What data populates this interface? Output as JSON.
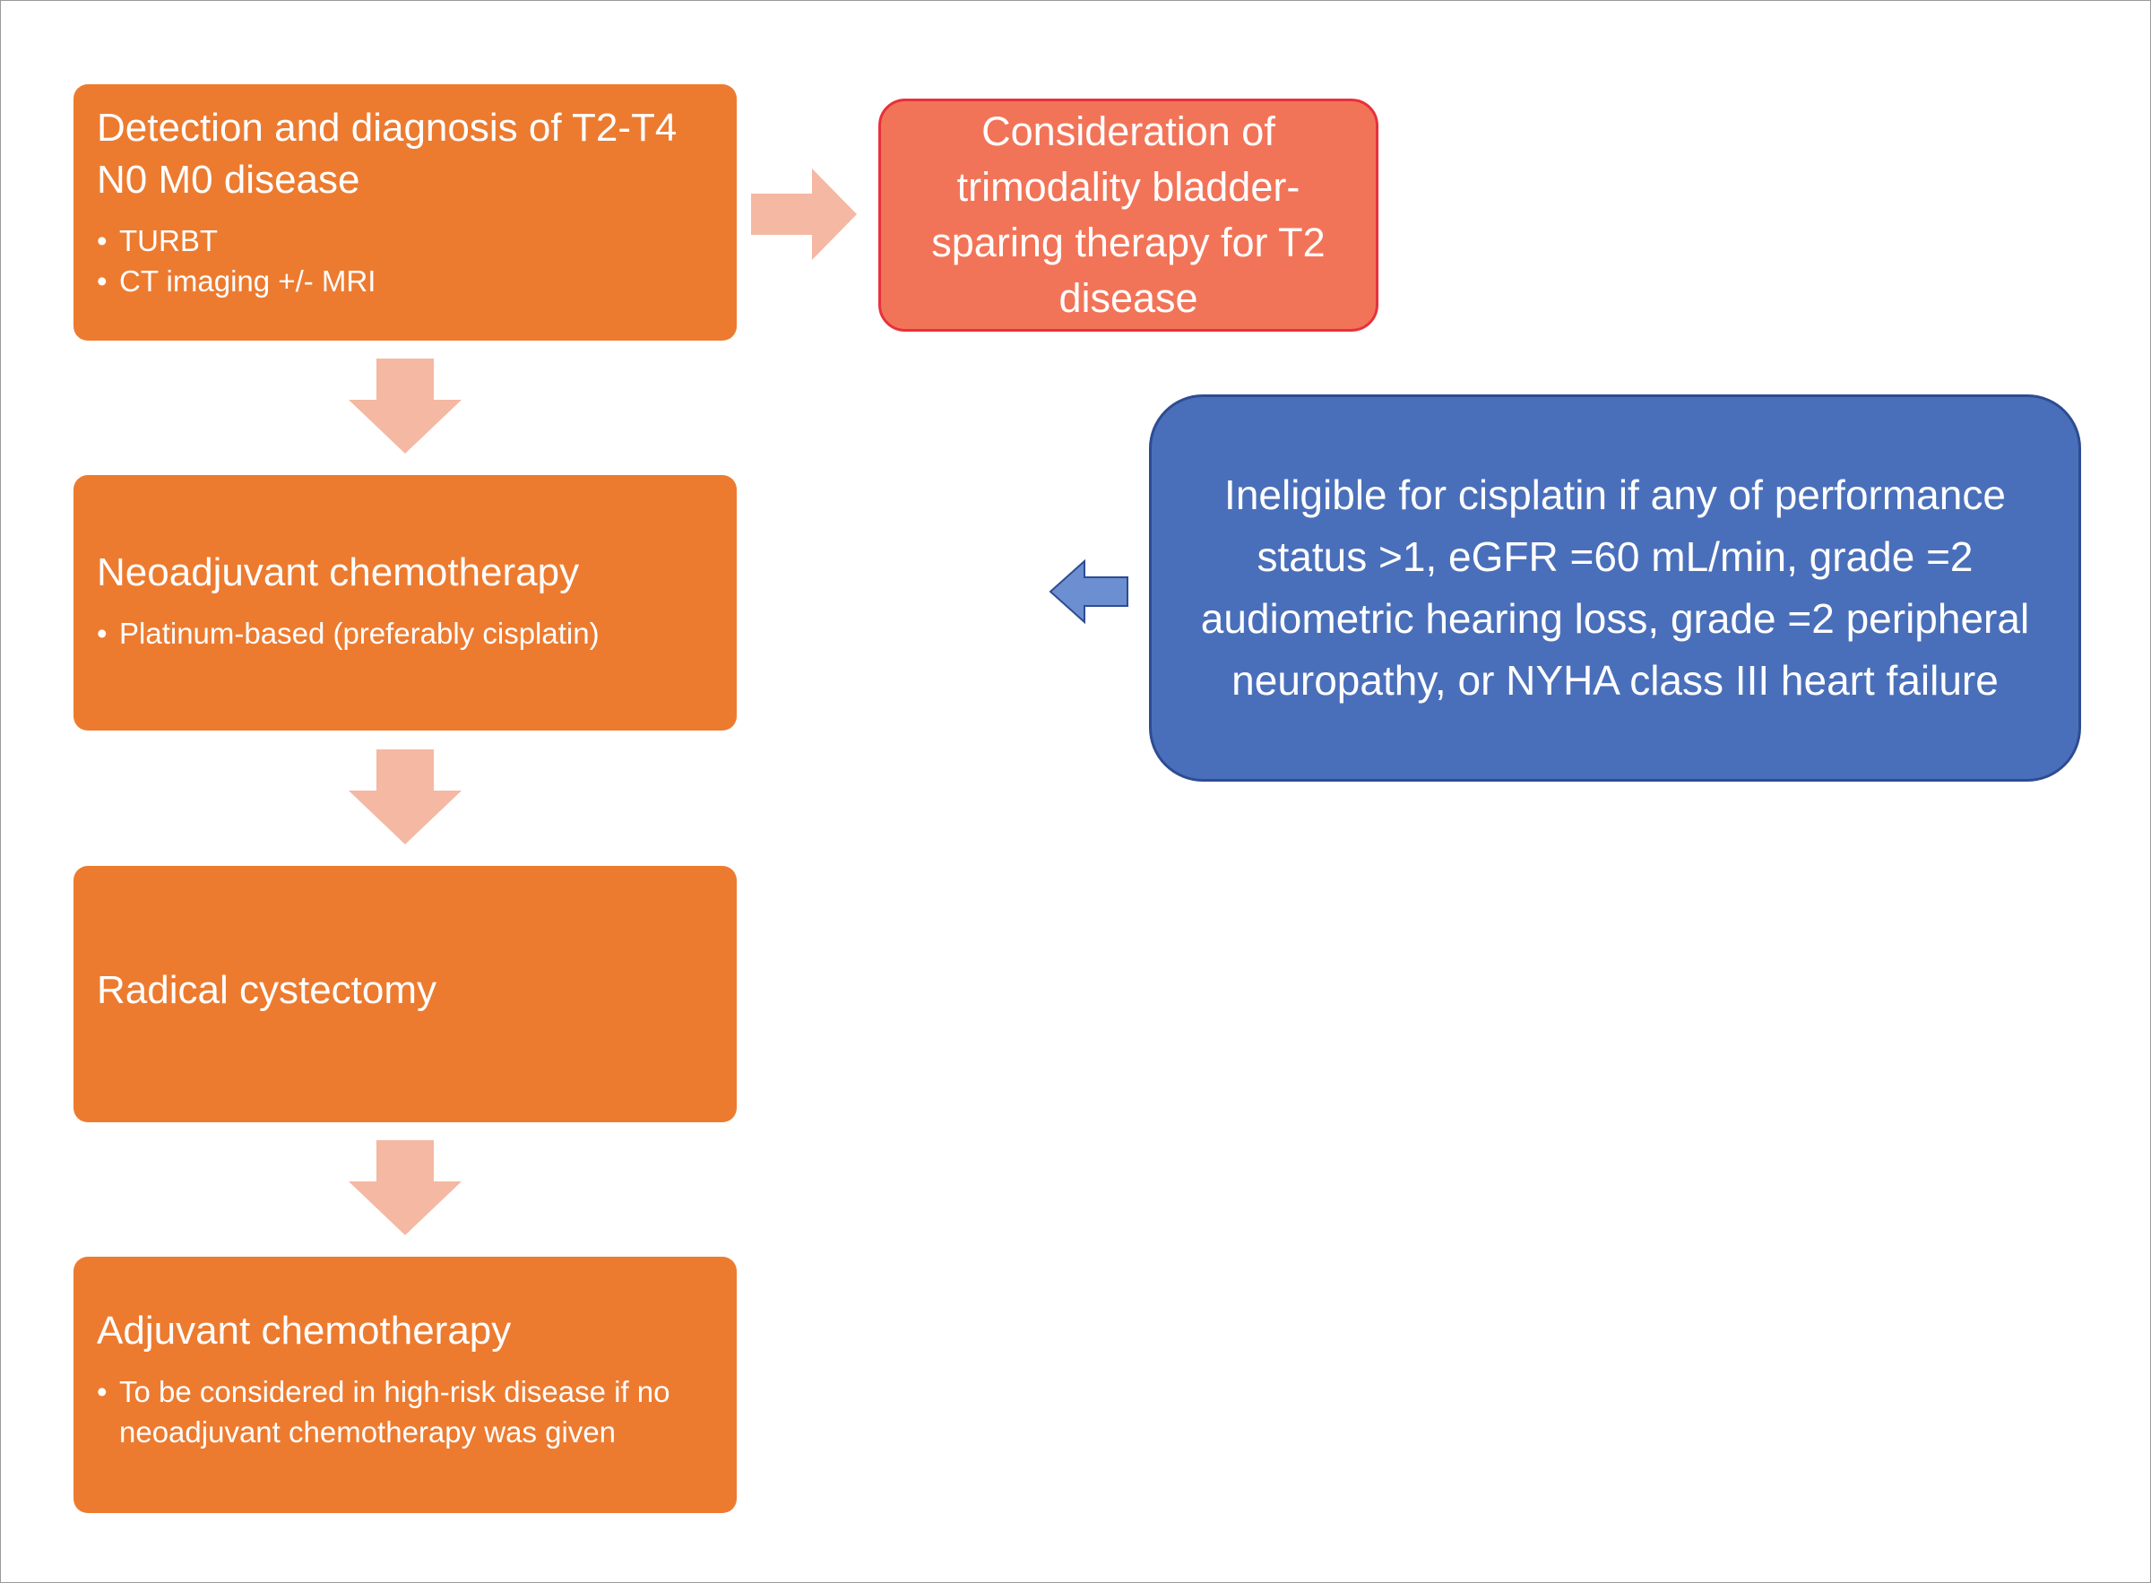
{
  "boxes": {
    "detection": {
      "title": "Detection and diagnosis of T2-T4 N0 M0 disease",
      "bullets": [
        "TURBT",
        "CT imaging +/- MRI"
      ]
    },
    "neoadjuvant": {
      "title": "Neoadjuvant chemotherapy",
      "bullets": [
        "Platinum-based (preferably cisplatin)"
      ]
    },
    "cystectomy": {
      "title": "Radical cystectomy"
    },
    "adjuvant": {
      "title": "Adjuvant chemotherapy",
      "bullets": [
        "To be considered in high-risk disease if no neoadjuvant chemotherapy was given"
      ]
    },
    "trimodality": {
      "title": "Consideration of trimodality bladder-sparing therapy for T2 disease"
    },
    "ineligible": {
      "title": "Ineligible for cisplatin if any of performance status >1, eGFR =60 mL/min, grade =2 audiometric hearing loss, grade =2 peripheral neuropathy, or NYHA class III heart failure"
    }
  },
  "colors": {
    "orange_box": "#ec7b30",
    "red_box": "#f27458",
    "red_border": "#e8313a",
    "blue_box": "#4a6fba",
    "blue_border": "#2d4c91",
    "pale_arrow": "#f4b8a3",
    "blue_arrow": "#6b8fd0"
  }
}
